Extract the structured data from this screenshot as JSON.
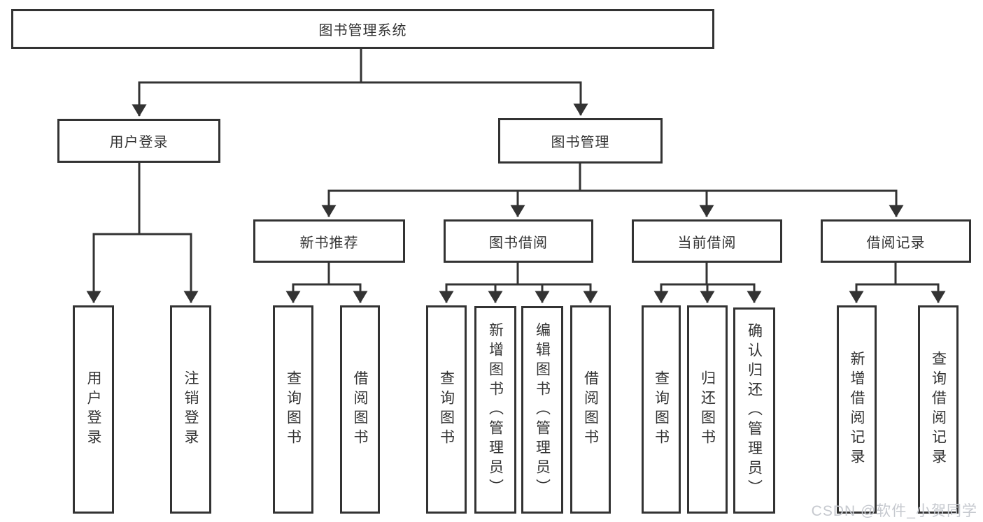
{
  "tree": {
    "root": {
      "label": "图书管理系统"
    },
    "branches": [
      {
        "label": "用户登录",
        "children": [
          {
            "label": "用户登录"
          },
          {
            "label": "注销登录"
          }
        ]
      },
      {
        "label": "图书管理",
        "children": [
          {
            "label": "新书推荐",
            "children": [
              {
                "label": "查询图书"
              },
              {
                "label": "借阅图书"
              }
            ]
          },
          {
            "label": "图书借阅",
            "children": [
              {
                "label": "查询图书"
              },
              {
                "label": "新增图书（管理员）"
              },
              {
                "label": "编辑图书（管理员）"
              },
              {
                "label": "借阅图书"
              }
            ]
          },
          {
            "label": "当前借阅",
            "children": [
              {
                "label": "查询图书"
              },
              {
                "label": "归还图书"
              },
              {
                "label": "确认归还（管理员）"
              }
            ]
          },
          {
            "label": "借阅记录",
            "children": [
              {
                "label": "新增借阅记录"
              },
              {
                "label": "查询借阅记录"
              }
            ]
          }
        ]
      }
    ]
  },
  "watermark": {
    "text": "CSDN @软件_小贺同学"
  },
  "colors": {
    "line": "#333333",
    "box_border": "#333333",
    "box_fill": "#ffffff",
    "text": "#333333",
    "watermark": "#c6c9cf",
    "background": "#ffffff"
  }
}
